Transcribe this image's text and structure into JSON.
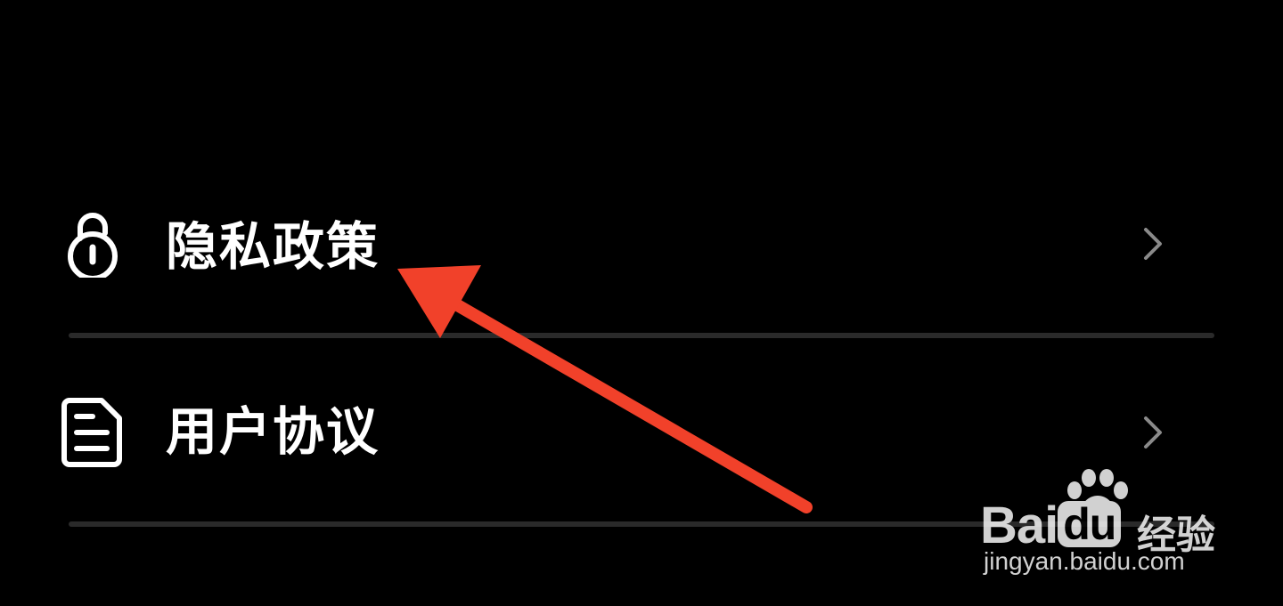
{
  "menu": {
    "items": [
      {
        "label": "隐私政策",
        "icon": "lock-icon"
      },
      {
        "label": "用户协议",
        "icon": "document-icon"
      }
    ]
  },
  "annotation": {
    "arrow_color": "#f1412a"
  },
  "watermark": {
    "brand_left": "Bai",
    "brand_du": "du",
    "brand_cn": "经验",
    "url": "jingyan.baidu.com"
  }
}
